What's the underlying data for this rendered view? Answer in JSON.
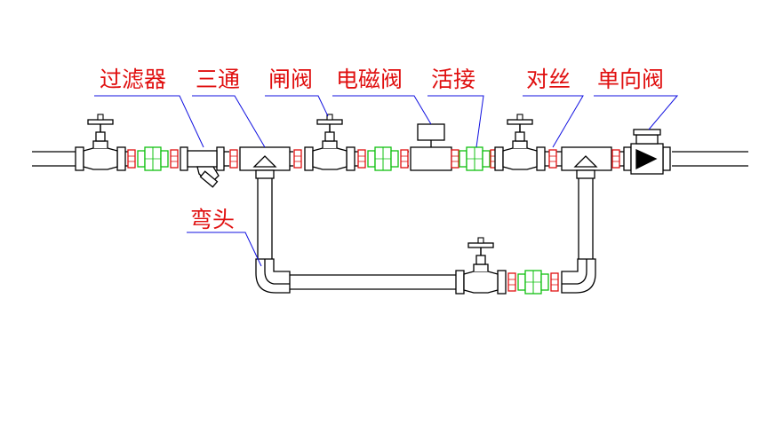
{
  "labels": {
    "filter": "过滤器",
    "tee": "三通",
    "gate_valve": "闸阀",
    "solenoid_valve": "电磁阀",
    "union": "活接",
    "nipple": "对丝",
    "check_valve": "单向阀",
    "elbow": "弯头"
  },
  "colors": {
    "label_text": "#e01010",
    "leader_line": "#1010e0",
    "pipe_outline": "#000000",
    "nipple_fitting": "#e01010",
    "union_fitting": "#10c010",
    "check_arrow": "#000000"
  }
}
